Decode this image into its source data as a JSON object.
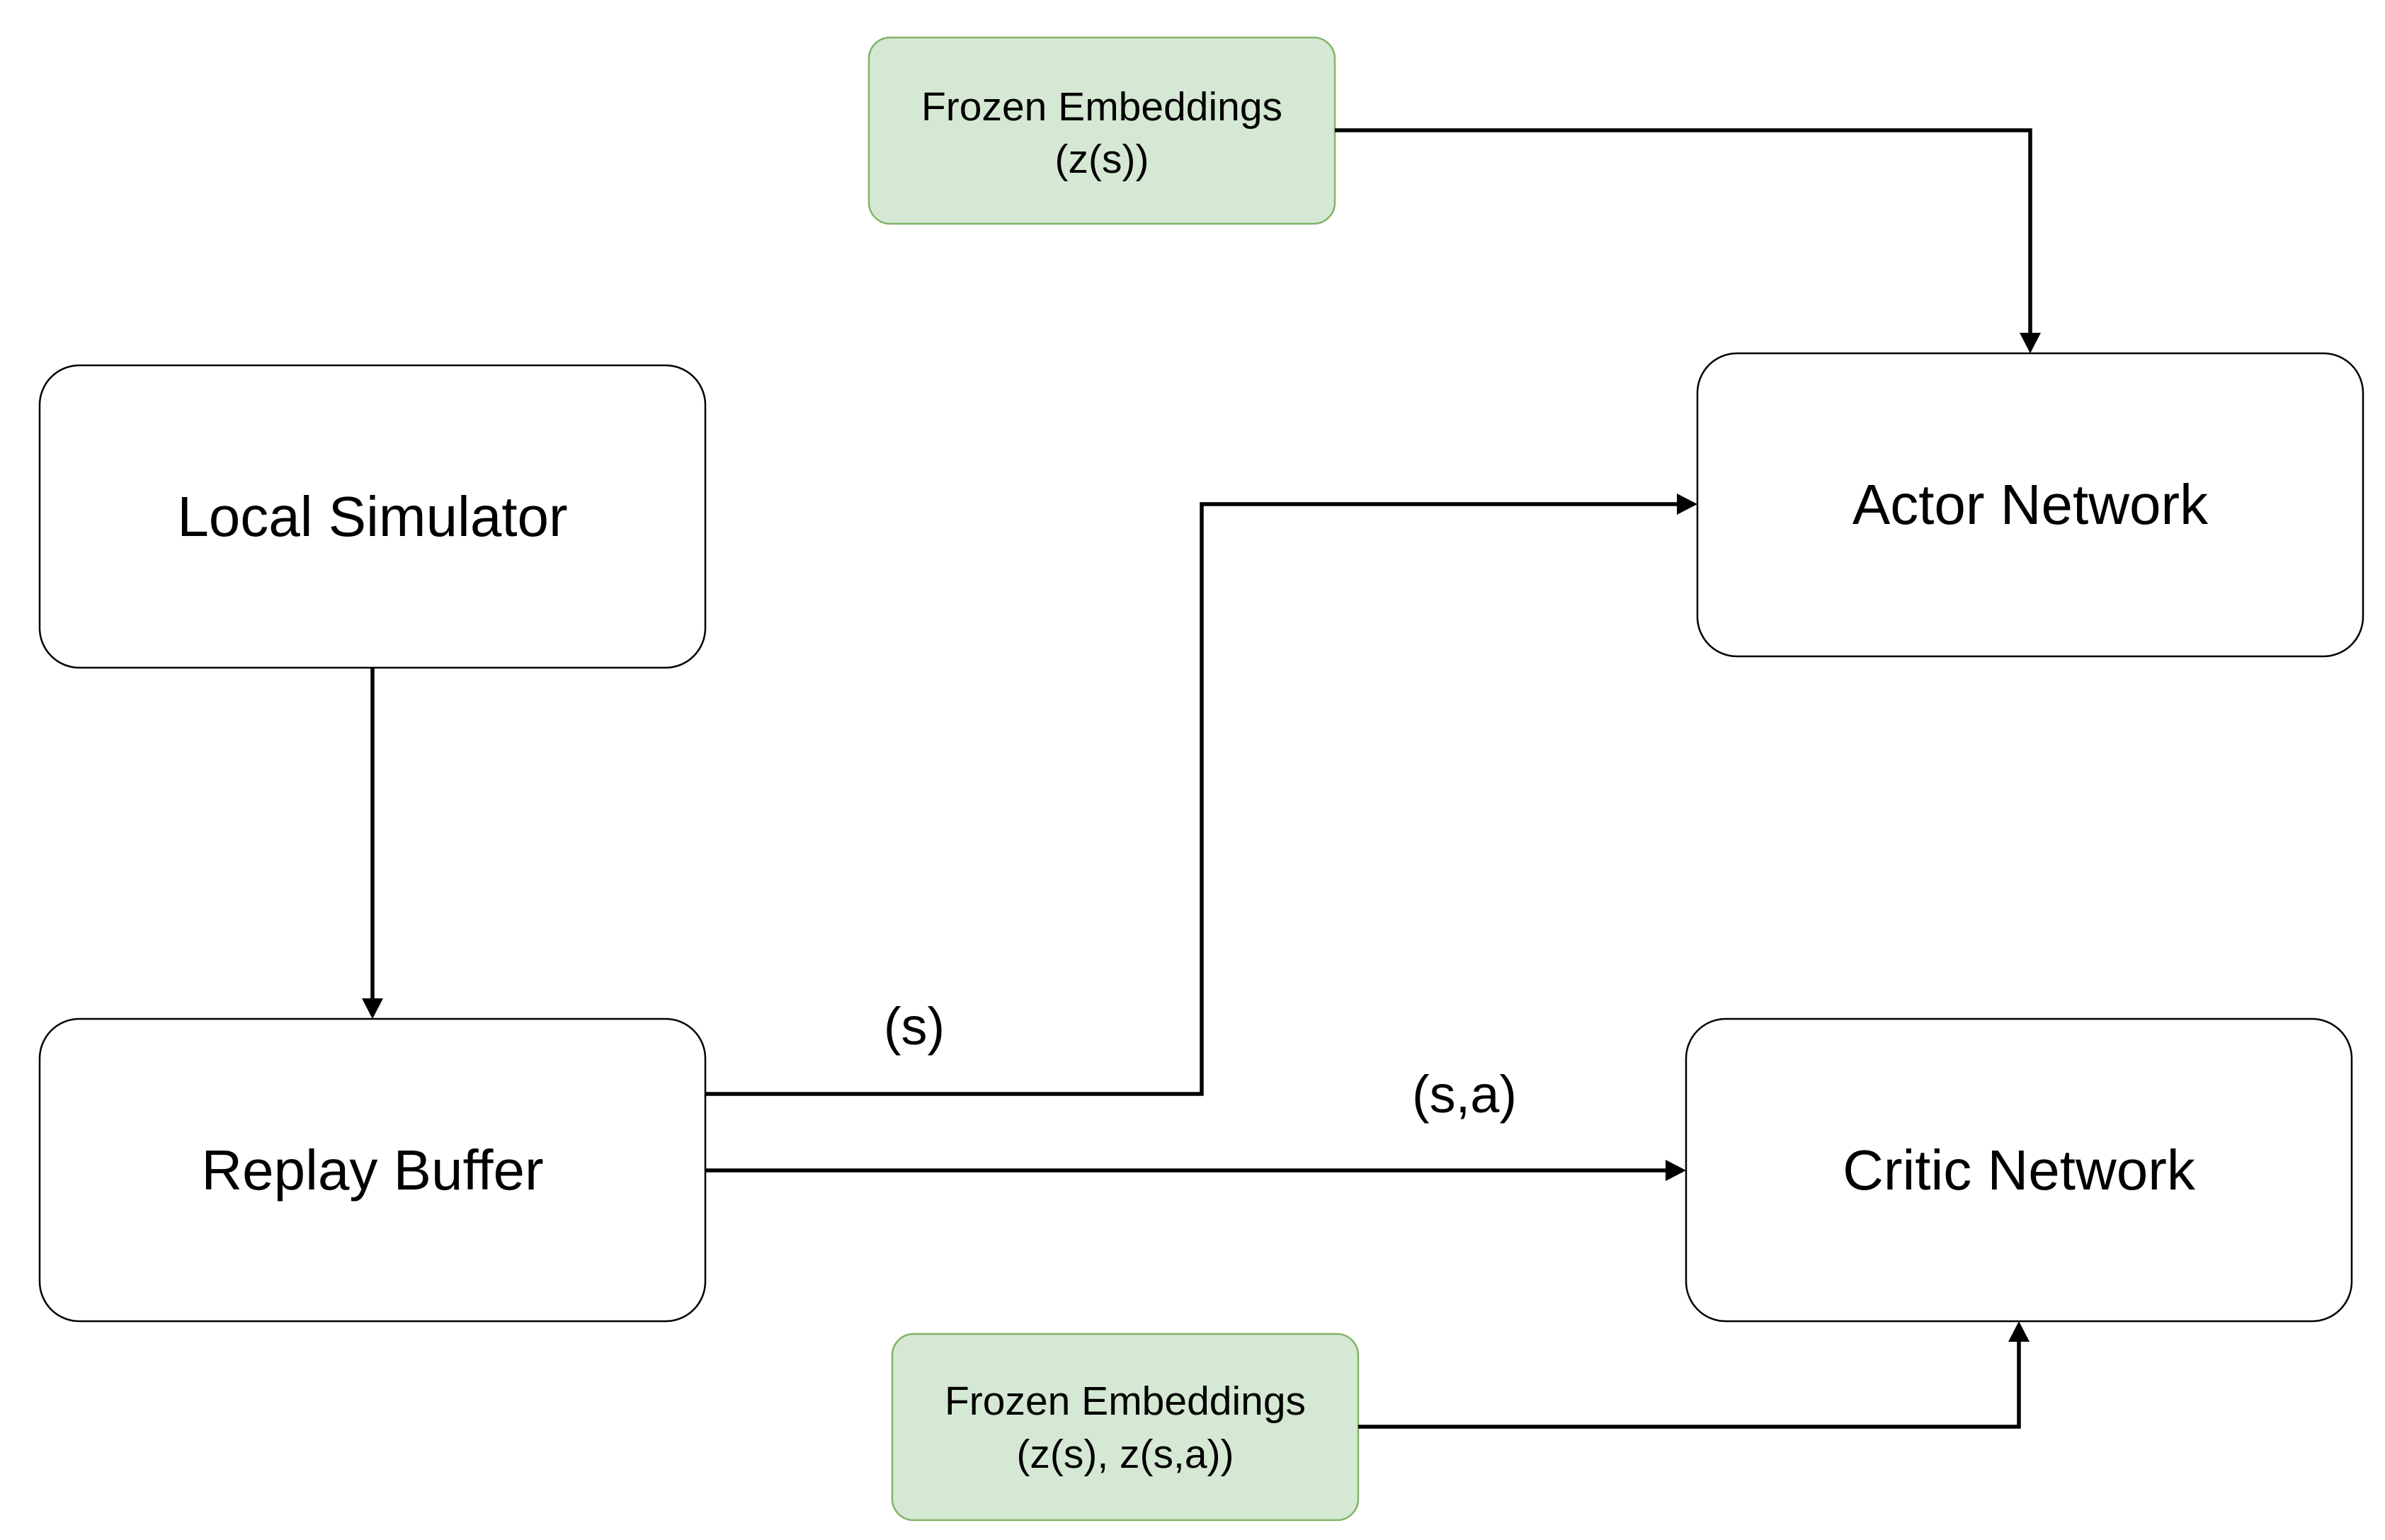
{
  "colors": {
    "box_fill": "#ffffff",
    "box_stroke": "#000000",
    "embedding_fill": "#d5e8d4",
    "embedding_stroke": "#82b366",
    "edge": "#000000"
  },
  "nodes": {
    "local_simulator": {
      "label": "Local Simulator"
    },
    "replay_buffer": {
      "label": "Replay Buffer"
    },
    "actor_network": {
      "label": "Actor Network"
    },
    "critic_network": {
      "label": "Critic Network"
    },
    "actor_embeddings": {
      "line1": "Frozen Embeddings",
      "line2": "(z(s))"
    },
    "critic_embeddings": {
      "line1": "Frozen Embeddings",
      "line2": "(z(s), z(s,a))"
    }
  },
  "edges": {
    "state_label": "(s)",
    "state_action_label": "(s,a)"
  }
}
